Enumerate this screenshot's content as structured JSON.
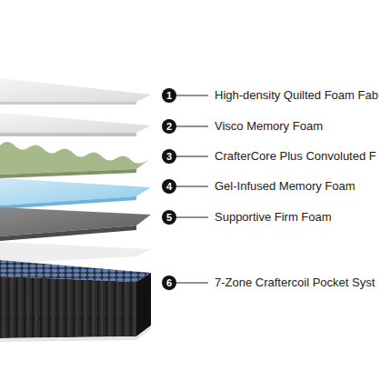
{
  "diagram": {
    "labels": [
      "1",
      "High-density Quilted Foam Fab",
      "2",
      "Visco Memory Foam",
      "3",
      "CrafterCore Plus Convoluted F",
      "4",
      "Gel-Infused Memory Foam",
      "5",
      "Supportive Firm Foam",
      "6",
      "7-Zone Craftercoil Pocket Syst"
    ]
  }
}
